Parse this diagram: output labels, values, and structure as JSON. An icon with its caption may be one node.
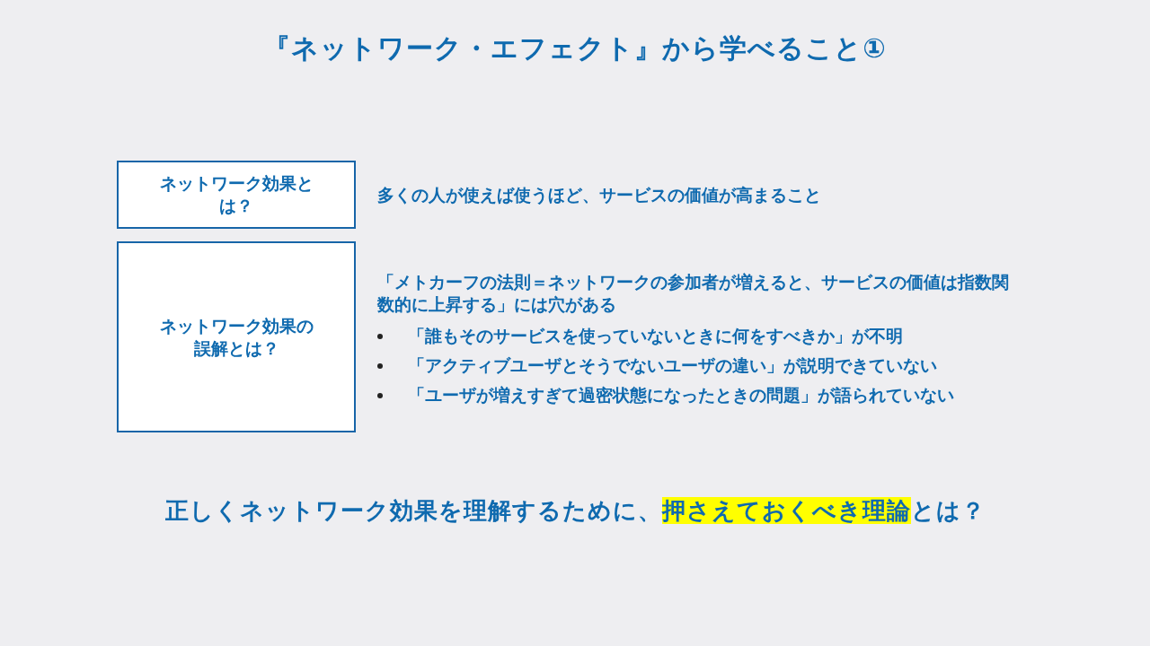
{
  "diagram": {
    "title": "『ネットワーク・エフェクト』から学べること①",
    "nodes": [
      {
        "text": [
          "ネットワーク効果とは？"
        ],
        "beside": [
          "多くの人が使えば使うほど、サービスの価値が高まること"
        ]
      },
      {
        "text": [
          "ネットワーク効果の誤解とは？"
        ],
        "beside": [
          "「メトカーフの法則＝ネットワークの参加者が増えると、サービスの価値は指数関数的に上昇する」には穴がある",
          "「誰もそのサービスを使っていないときに何をすべきか」が不明",
          "「アクティブユーザとそうでないユーザの違い」が説明できていない",
          "「ユーザが増えすぎて過密状態になったときの問題」が語られていない"
        ]
      }
    ],
    "edges": [],
    "labels": [
      "正しくネットワーク効果を理解するために、**押さえておくべき理論**とは？"
    ]
  }
}
